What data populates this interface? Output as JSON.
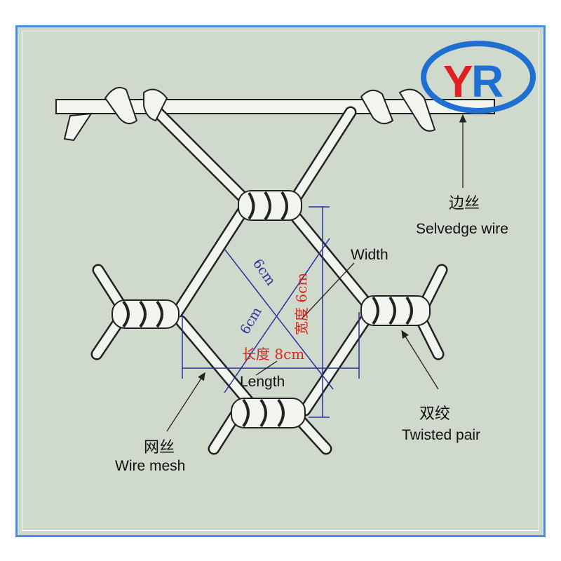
{
  "labels": {
    "selvedge_cn": "边丝",
    "selvedge_en": "Selvedge wire",
    "width_en": "Width",
    "length_en": "Length",
    "twisted_cn": "双绞",
    "twisted_en": "Twisted pair",
    "mesh_cn": "网丝",
    "mesh_en": "Wire mesh"
  },
  "dimensions": {
    "diag1": "6cm",
    "diag2": "6cm",
    "width_cn": "宽度 6cm",
    "length_cn": "长度 8cm"
  },
  "logo": {
    "text": "YR"
  },
  "colors": {
    "background": "#cfd9cc",
    "border": "#4a90e2",
    "wire_fill": "#f2f4ef",
    "wire_stroke": "#222222",
    "dimension_blue": "#2b2f9e",
    "dimension_red": "#d8261d",
    "logo_blue": "#1f6fd0",
    "logo_red": "#e02020"
  }
}
